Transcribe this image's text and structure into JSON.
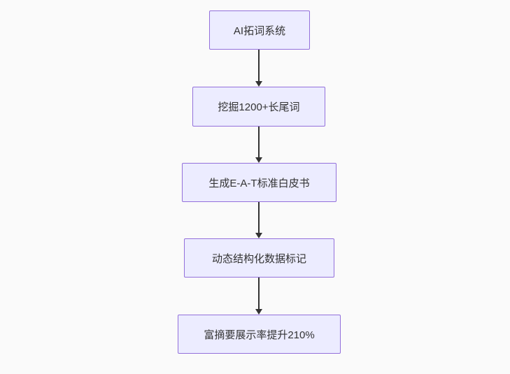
{
  "diagram": {
    "type": "flowchart",
    "direction": "top-down",
    "nodes": [
      {
        "id": "node-1",
        "label": "AI拓词系统"
      },
      {
        "id": "node-2",
        "label": "挖掘1200+长尾词"
      },
      {
        "id": "node-3",
        "label": "生成E-A-T标准白皮书"
      },
      {
        "id": "node-4",
        "label": "动态结构化数据标记"
      },
      {
        "id": "node-5",
        "label": "富摘要展示率提升210%"
      }
    ],
    "edges": [
      {
        "from": "node-1",
        "to": "node-2",
        "style": "arrow-down"
      },
      {
        "from": "node-2",
        "to": "node-3",
        "style": "arrow-down"
      },
      {
        "from": "node-3",
        "to": "node-4",
        "style": "arrow-down"
      },
      {
        "from": "node-4",
        "to": "node-5",
        "style": "arrow-down"
      }
    ],
    "colors": {
      "node_fill": "#ECECFF",
      "node_border": "#9370DB",
      "text": "#333333",
      "arrow": "#333333",
      "background": "#fafafa"
    }
  }
}
